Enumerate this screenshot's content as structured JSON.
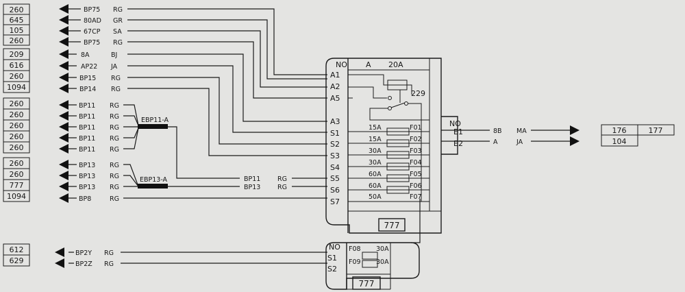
{
  "left_refs": {
    "group1": [
      "260",
      "645",
      "105",
      "260"
    ],
    "group2": [
      "209",
      "616",
      "260",
      "1094"
    ],
    "group3": [
      "260",
      "260",
      "260",
      "260",
      "260"
    ],
    "group4": [
      "260",
      "260",
      "777",
      "1094"
    ],
    "group5": [
      "612",
      "629"
    ]
  },
  "wires": [
    {
      "name": "BP75",
      "color": "RG"
    },
    {
      "name": "80AD",
      "color": "GR"
    },
    {
      "name": "67CP",
      "color": "SA"
    },
    {
      "name": "BP75",
      "color": "RG"
    },
    {
      "name": "8A",
      "color": "BJ"
    },
    {
      "name": "AP22",
      "color": "JA"
    },
    {
      "name": "BP15",
      "color": "RG"
    },
    {
      "name": "BP14",
      "color": "RG"
    },
    {
      "name": "BP11",
      "color": "RG"
    },
    {
      "name": "BP11",
      "color": "RG"
    },
    {
      "name": "BP11",
      "color": "RG"
    },
    {
      "name": "BP11",
      "color": "RG"
    },
    {
      "name": "BP11",
      "color": "RG"
    },
    {
      "name": "BP13",
      "color": "RG"
    },
    {
      "name": "BP13",
      "color": "RG"
    },
    {
      "name": "BP13",
      "color": "RG"
    },
    {
      "name": "BP8",
      "color": "RG"
    },
    {
      "name": "BP2Y",
      "color": "RG"
    },
    {
      "name": "BP2Z",
      "color": "RG"
    }
  ],
  "splices": {
    "ebp11": "EBP11-A",
    "ebp13": "EBP13-A",
    "bp11_out": {
      "name": "BP11",
      "color": "RG"
    },
    "bp13_out": {
      "name": "BP13",
      "color": "RG"
    }
  },
  "fusebox": {
    "no": "NO",
    "col_a": "A",
    "rating": "20A",
    "relay_ref": "229",
    "pins_left": [
      "A1",
      "A2",
      "A5",
      "A3",
      "S1",
      "S2",
      "S3",
      "S4",
      "S5",
      "S6",
      "S7"
    ],
    "pins_right": [
      "E1",
      "E2"
    ],
    "no_right": "NO",
    "fuses": [
      {
        "rating": "15A",
        "id": "F01"
      },
      {
        "rating": "15A",
        "id": "F02"
      },
      {
        "rating": "30A",
        "id": "F03"
      },
      {
        "rating": "30A",
        "id": "F04"
      },
      {
        "rating": "60A",
        "id": "F05"
      },
      {
        "rating": "60A",
        "id": "F06"
      },
      {
        "rating": "50A",
        "id": "F07"
      }
    ],
    "ref": "777"
  },
  "out_wires": [
    {
      "name": "8B",
      "color": "MA"
    },
    {
      "name": "A",
      "color": "JA"
    }
  ],
  "right_refs": {
    "row1": [
      "176",
      "177"
    ],
    "row2": [
      "104"
    ]
  },
  "small_box": {
    "no": "NO",
    "pins": [
      "S1",
      "S2"
    ],
    "fuses": [
      {
        "id": "F08",
        "rating": "30A"
      },
      {
        "id": "F09",
        "rating": "30A"
      }
    ],
    "ref": "777"
  }
}
